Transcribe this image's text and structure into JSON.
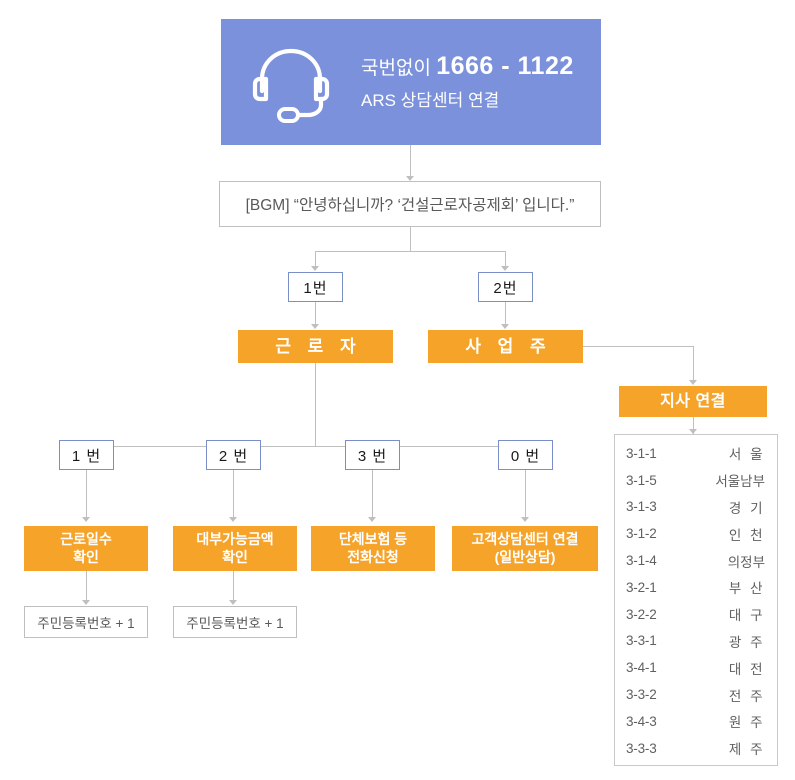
{
  "header": {
    "icon": "headset-icon",
    "prefix_label": "국번없이",
    "phone_number": "1666 - 1122",
    "subtitle": "ARS 상담센터 연결",
    "bg_color": "#7B91DB"
  },
  "greeting": {
    "text": "[BGM]  “안녕하십니까? ‘건설근로자공제회’ 입니다.”"
  },
  "level1": {
    "keys": [
      {
        "label": "1번"
      },
      {
        "label": "2번"
      }
    ],
    "options": [
      {
        "label": "근 로 자"
      },
      {
        "label": "사 업 주"
      }
    ]
  },
  "level2": {
    "keys": [
      {
        "label": "1 번"
      },
      {
        "label": "2 번"
      },
      {
        "label": "3 번"
      },
      {
        "label": "0 번"
      }
    ],
    "options": [
      {
        "line1": "근로일수",
        "line2": "확인"
      },
      {
        "line1": "대부가능금액",
        "line2": "확인"
      },
      {
        "line1": "단체보험 등",
        "line2": "전화신청"
      },
      {
        "line1": "고객상담센터 연결",
        "line2": "(일반상담)"
      }
    ],
    "inputs": [
      {
        "label": "주민등록번호 + 1"
      },
      {
        "label": "주민등록번호 + 1"
      }
    ]
  },
  "branch": {
    "title": "지사 연결",
    "rows": [
      {
        "code": "3-1-1",
        "name": "서 울",
        "tight": false
      },
      {
        "code": "3-1-5",
        "name": "서울남부",
        "tight": true
      },
      {
        "code": "3-1-3",
        "name": "경 기",
        "tight": false
      },
      {
        "code": "3-1-2",
        "name": "인 천",
        "tight": false
      },
      {
        "code": "3-1-4",
        "name": "의정부",
        "tight": true
      },
      {
        "code": "3-2-1",
        "name": "부 산",
        "tight": false
      },
      {
        "code": "3-2-2",
        "name": "대 구",
        "tight": false
      },
      {
        "code": "3-3-1",
        "name": "광 주",
        "tight": false
      },
      {
        "code": "3-4-1",
        "name": "대 전",
        "tight": false
      },
      {
        "code": "3-3-2",
        "name": "전 주",
        "tight": false
      },
      {
        "code": "3-4-3",
        "name": "원 주",
        "tight": false
      },
      {
        "code": "3-3-3",
        "name": "제 주",
        "tight": false
      }
    ]
  },
  "colors": {
    "accent_orange": "#F6A32A",
    "header_blue": "#7B91DB",
    "key_border_blue": "#7B8FC7",
    "connector_gray": "#BFBFBF"
  }
}
